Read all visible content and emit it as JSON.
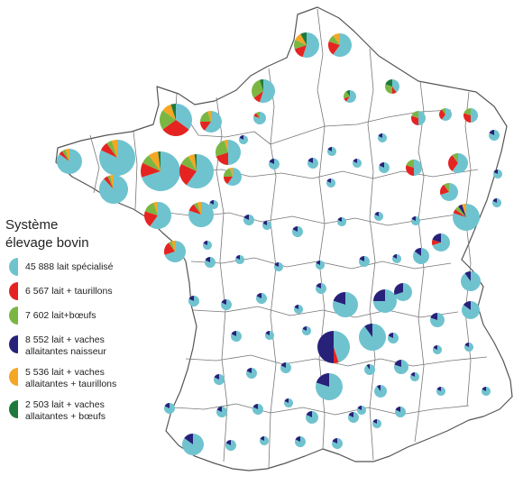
{
  "legend": {
    "title_line1": "Système",
    "title_line2": "élevage bovin",
    "items": [
      {
        "value": "45 888",
        "line1": "lait spécialisé",
        "line2": "",
        "color": "#6fc3cf"
      },
      {
        "value": "6 567",
        "line1": "lait + taurillons",
        "line2": "",
        "color": "#e52421"
      },
      {
        "value": "7 602",
        "line1": "lait+bœufs",
        "line2": "",
        "color": "#7bb642"
      },
      {
        "value": "8 552",
        "line1": "lait + vaches",
        "line2": "allaitantes naisseur",
        "color": "#27217a"
      },
      {
        "value": "5 536",
        "line1": "lait + vaches",
        "line2": "allaitantes + taurillons",
        "color": "#f5a623"
      },
      {
        "value": "2 503",
        "line1": "lait + vaches",
        "line2": "allaitantes + bœufs",
        "color": "#1e7a3a"
      }
    ]
  },
  "colors": {
    "lait_specialise": "#6fc3cf",
    "lait_taurillons": "#e52421",
    "lait_boeufs": "#7bb642",
    "naisseur": "#27217a",
    "allaitantes_taurillons": "#f5a623",
    "allaitantes_boeufs": "#1e7a3a",
    "border": "#555555"
  }
}
